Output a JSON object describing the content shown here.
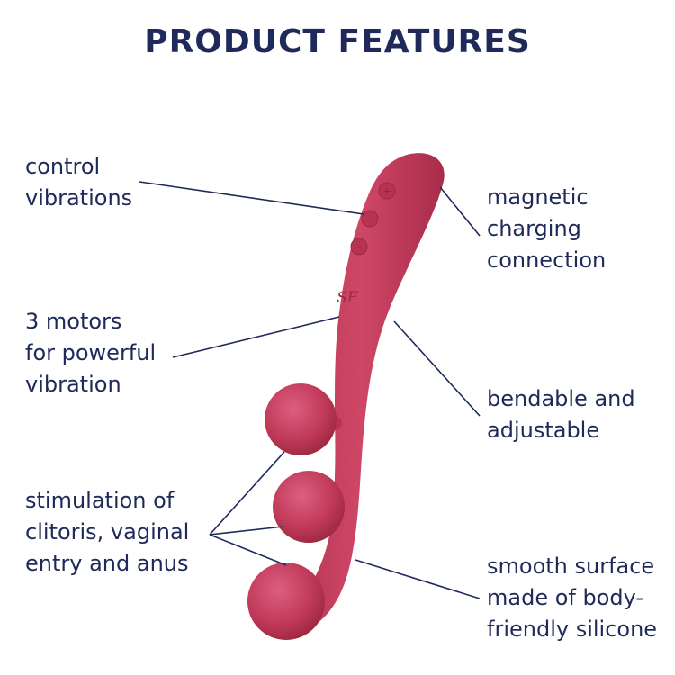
{
  "title": "PRODUCT FEATURES",
  "features": {
    "control": [
      "control",
      "vibrations"
    ],
    "motors": [
      "3 motors",
      "for powerful",
      "vibration"
    ],
    "stimulation": [
      "stimulation of",
      "clitoris, vaginal",
      "entry and anus"
    ],
    "magnetic": [
      "magnetic",
      "charging",
      "connection"
    ],
    "bendable": [
      "bendable and",
      "adjustable"
    ],
    "smooth": [
      "smooth surface",
      "made of body-",
      "friendly silicone"
    ]
  },
  "logo_text": "SF",
  "colors": {
    "text": "#1f2a5a",
    "product": "#c23b5a",
    "product_dark": "#9e2a45",
    "product_light": "#d9587a",
    "line": "#1f2a5a"
  }
}
